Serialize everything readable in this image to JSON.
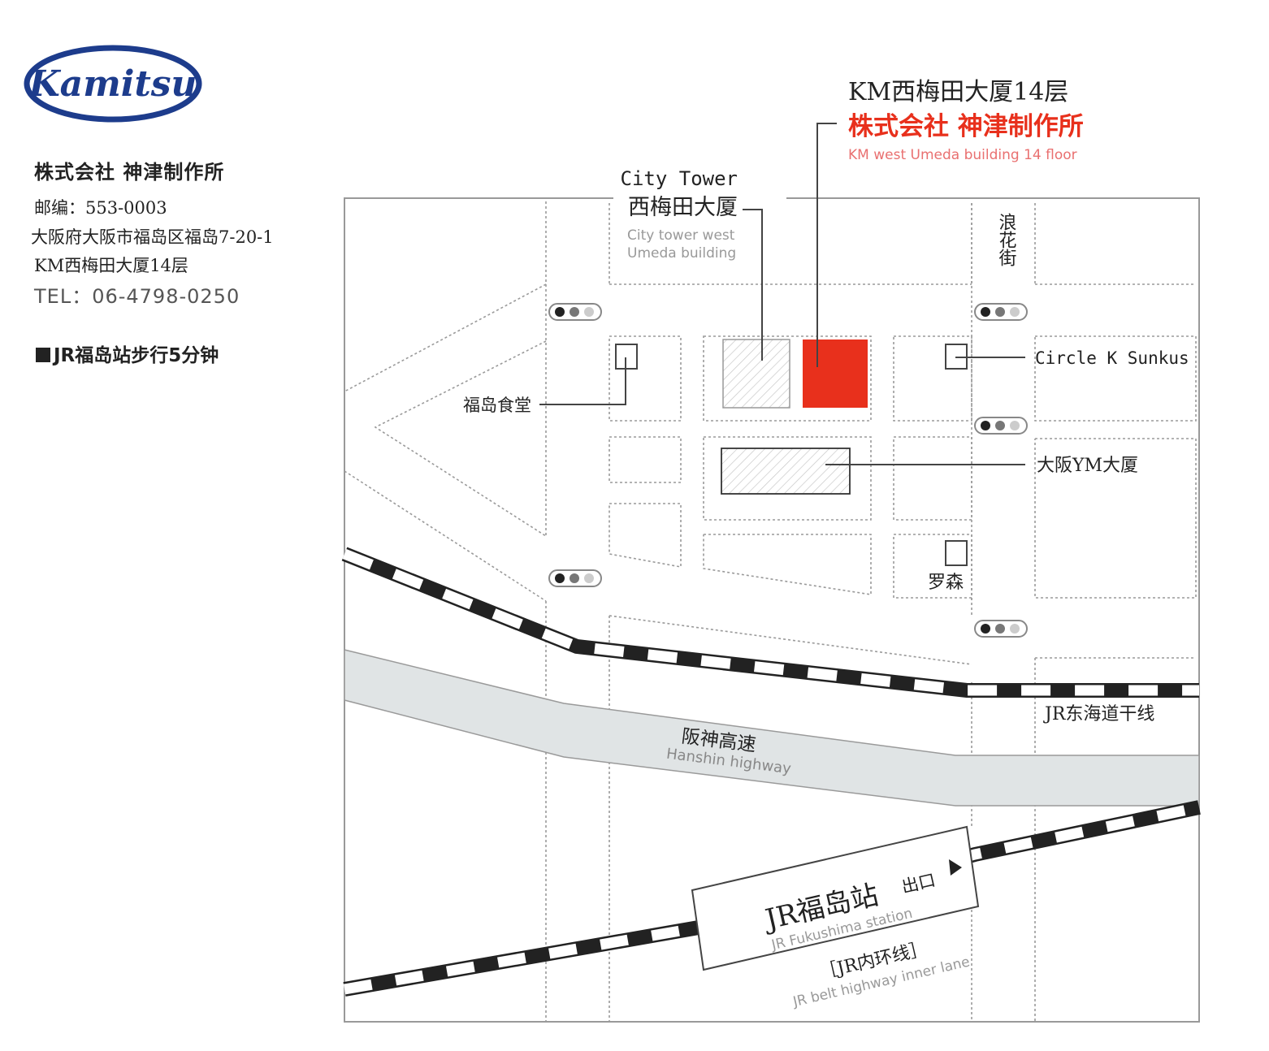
{
  "sidebar": {
    "company": "株式会社 神津制作所",
    "postcode": "邮编：553-0003",
    "address_line1": "大阪府大阪市福岛区福岛7-20-1",
    "address_line2": "KM西梅田大厦14层",
    "tel": "TEL：06-4798-0250",
    "walk": "JR福岛站步行5分钟"
  },
  "logo": {
    "text": "Kamitsu",
    "color": "#1d3c8c"
  },
  "map": {
    "target": {
      "building_cn": "KM西梅田大厦14层",
      "company_cn": "株式会社 神津制作所",
      "building_en": "KM west Umeda building 14 floor",
      "color": "#e8301c"
    },
    "city_tower": {
      "line1": "City Tower",
      "line2": "西梅田大厦",
      "en1": "City tower west",
      "en2": "Umeda building"
    },
    "street": "浪花街",
    "circle_k": "Circle K Sunkus",
    "fukushima_shokudo": "福岛食堂",
    "osaka_ym": "大阪YM大厦",
    "lawson": "罗森",
    "jr_tokaido": "JR东海道干线",
    "hanshin_cn": "阪神高速",
    "hanshin_en": "Hanshin highway",
    "station_cn": "JR福岛站",
    "station_en": "JR Fukushima station",
    "exit": "出口",
    "loop_cn": "［JR内环线］",
    "loop_en": "JR belt highway inner lane"
  }
}
